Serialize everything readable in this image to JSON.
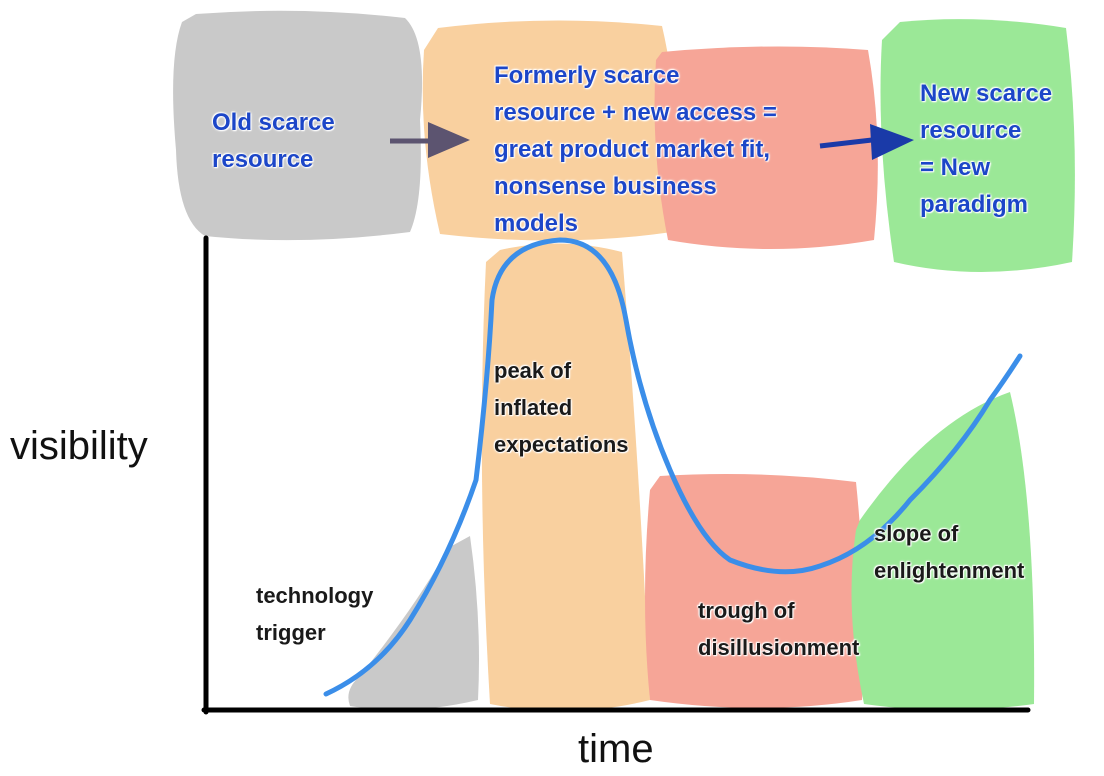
{
  "axes": {
    "y_label": "visibility",
    "x_label": "time"
  },
  "stages": {
    "old": [
      "Old scarce",
      "resource"
    ],
    "formerly": [
      "Formerly scarce",
      "resource + new access =",
      "great product market fit,",
      "nonsense business",
      "models"
    ],
    "new": [
      "New scarce",
      "resource",
      "= New",
      "paradigm"
    ]
  },
  "curve_labels": {
    "trigger": [
      "technology",
      "trigger"
    ],
    "peak": [
      "peak of",
      "inflated",
      "expectations"
    ],
    "trough": [
      "trough of",
      "disillusionment"
    ],
    "slope": [
      "slope of",
      "enlightenment"
    ]
  },
  "colors": {
    "gray": "#c9c9c9",
    "orange": "#f9d09f",
    "red": "#f6a597",
    "green": "#9be897",
    "curve": "#3b8ee9",
    "arrow_gray": "#5c5470",
    "arrow_blue": "#1a3aa8",
    "text_blue": "#1c46c8"
  }
}
